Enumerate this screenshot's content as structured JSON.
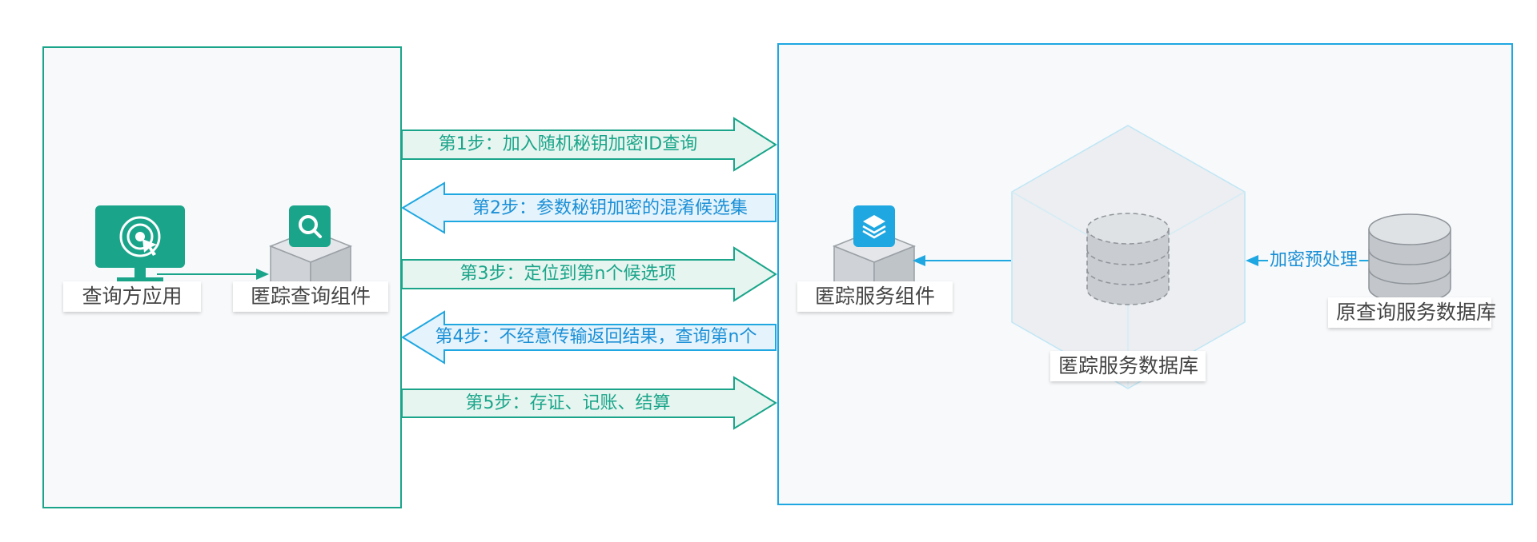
{
  "nodes": {
    "query_app": "查询方应用",
    "anon_query_component": "匿踪查询组件",
    "anon_service_component": "匿踪服务组件",
    "anon_service_db": "匿踪服务数据库",
    "orig_query_db": "原查询服务数据库"
  },
  "steps": [
    {
      "label": "第1步：加入随机秘钥加密ID查询",
      "direction": "right"
    },
    {
      "label": "第2步：参数秘钥加密的混淆候选集",
      "direction": "left"
    },
    {
      "label": "第3步：定位到第n个候选项",
      "direction": "right"
    },
    {
      "label": "第4步：不经意传输返回结果，查询第n个",
      "direction": "left"
    },
    {
      "label": "第5步：存证、记账、结算",
      "direction": "right"
    }
  ],
  "preprocess_label": "加密预处理",
  "colors": {
    "green": "#1aa58a",
    "blue": "#1ea7e1"
  }
}
